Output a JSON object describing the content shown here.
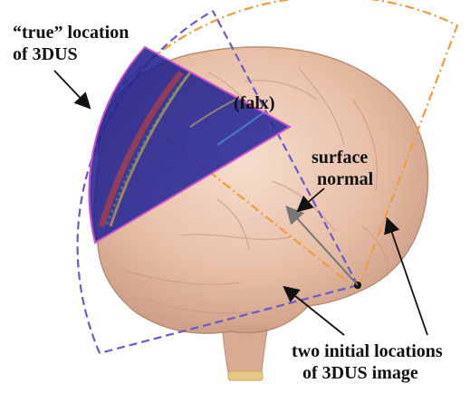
{
  "annotations": {
    "true_location_line1": "“true” location",
    "true_location_line2": "of 3DUS",
    "falx": "(falx)",
    "surface_normal_line1": "surface",
    "surface_normal_line2": "normal",
    "initial_locations_line1": "two initial locations",
    "initial_locations_line2": "of 3DUS image"
  },
  "colors": {
    "brain": "#e9c0a6",
    "brain_shadow": "#c89b83",
    "us_sector_fill": "#25258f",
    "us_sector_border": "#d050c8",
    "initial_location_dashed": "#6a5acd",
    "initial_location_dashdot": "#f29a3c",
    "arrow": "#111111",
    "normal_vector": "#777777"
  },
  "icons": [
    "brain-rendering",
    "ultrasound-sector-image",
    "dashed-sector-outline",
    "dash-dot-sector-outline",
    "pointer-arrow",
    "normal-vector-arrow"
  ]
}
